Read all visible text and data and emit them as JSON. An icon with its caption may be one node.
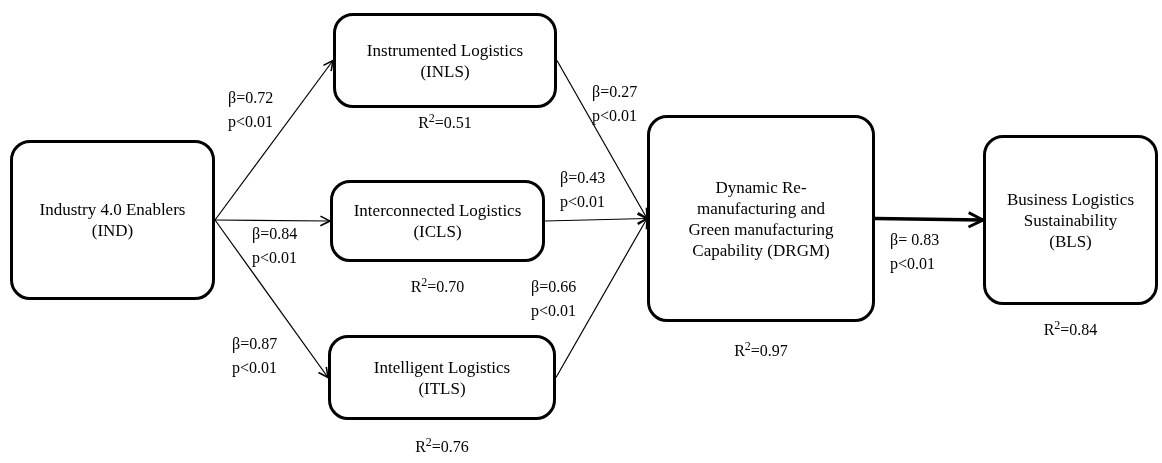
{
  "diagram": {
    "nodes": [
      {
        "text": [
          "Industry 4.0 Enablers (IND)"
        ]
      },
      {
        "text": [
          "Instrumented Logistics (INLS)"
        ],
        "beside": [
          "R$^{2}$=0.51"
        ]
      },
      {
        "text": [
          "Interconnected Logistics (ICLS)"
        ],
        "beside": [
          "R$^{2}$=0.70"
        ]
      },
      {
        "text": [
          "Intelligent Logistics (ITLS)"
        ],
        "beside": [
          "R$^{2}$=0.76"
        ]
      },
      {
        "text": [
          "Dynamic Re-manufacturing and Green manufacturing Capability (DRGM)"
        ],
        "beside": [
          "R$^{2}$=0.97"
        ]
      },
      {
        "text": [
          "Business Logistics Sustainability (BLS)"
        ],
        "beside": [
          "R$^{2}$=0.84"
        ]
      }
    ],
    "edges": [
      {
        "from": 0,
        "to": 1,
        "arrow": "to",
        "label": "β=0.72 p<0.01"
      },
      {
        "from": 0,
        "to": 2,
        "arrow": "to",
        "label": "β=0.84 p<0.01"
      },
      {
        "from": 0,
        "to": 3,
        "arrow": "to",
        "label": "β=0.87 p<0.01"
      },
      {
        "from": 1,
        "to": 4,
        "arrow": "to",
        "label": "β=0.27 p<0.01"
      },
      {
        "from": 2,
        "to": 4,
        "arrow": "to",
        "label": "β=0.43 p<0.01"
      },
      {
        "from": 3,
        "to": 4,
        "arrow": "to",
        "label": "β=0.66 p<0.01"
      },
      {
        "from": 4,
        "to": 5,
        "arrow": "to",
        "label": "β= 0.83 p<0.01",
        "style": "thick"
      }
    ]
  }
}
